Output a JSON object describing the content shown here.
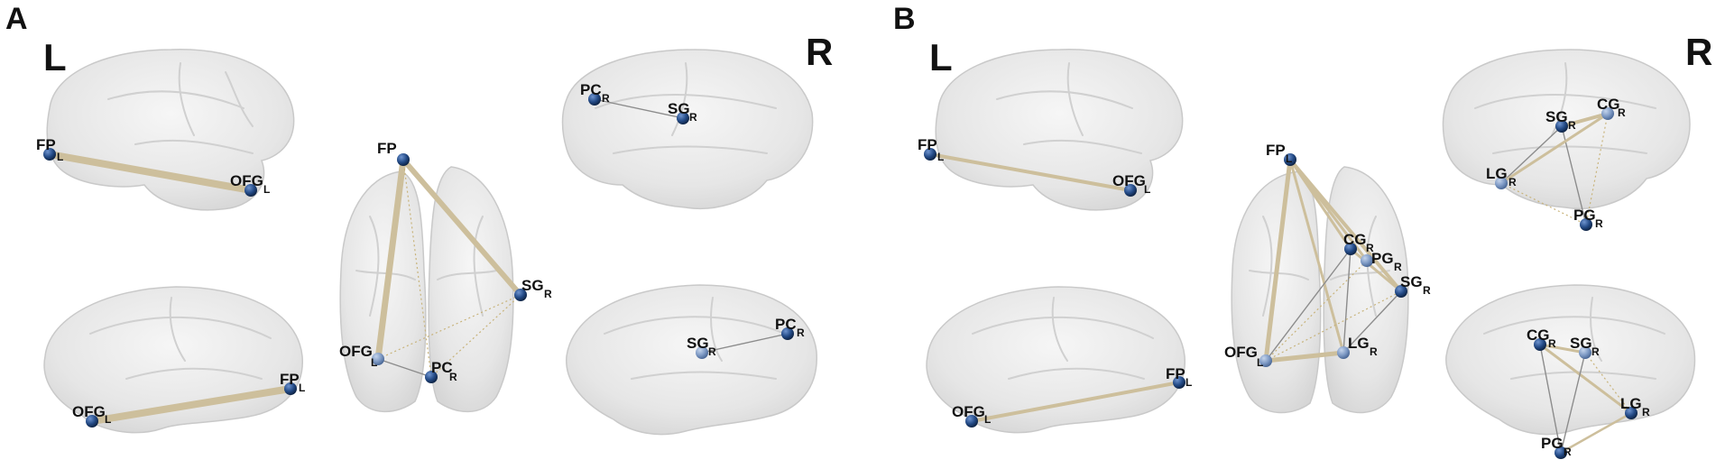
{
  "panels": {
    "a": {
      "letter": "A",
      "left_label": "L",
      "right_label": "R",
      "views": {
        "left_lateral": {
          "nodes": [
            {
              "name": "FP",
              "hemi": "L"
            },
            {
              "name": "OFG",
              "hemi": "L"
            }
          ]
        },
        "left_medial": {
          "nodes": [
            {
              "name": "FP",
              "hemi": "L"
            },
            {
              "name": "OFG",
              "hemi": "L"
            }
          ]
        },
        "dorsal": {
          "nodes": [
            {
              "name": "FP",
              "hemi": "L"
            },
            {
              "name": "SG",
              "hemi": "R"
            },
            {
              "name": "OFG",
              "hemi": "L"
            },
            {
              "name": "PC",
              "hemi": "R"
            }
          ]
        },
        "right_lateral": {
          "nodes": [
            {
              "name": "PC",
              "hemi": "R"
            },
            {
              "name": "SG",
              "hemi": "R"
            }
          ]
        },
        "right_medial": {
          "nodes": [
            {
              "name": "SG",
              "hemi": "R"
            },
            {
              "name": "PC",
              "hemi": "R"
            }
          ]
        }
      }
    },
    "b": {
      "letter": "B",
      "left_label": "L",
      "right_label": "R",
      "views": {
        "left_lateral": {
          "nodes": [
            {
              "name": "FP",
              "hemi": "L"
            },
            {
              "name": "OFG",
              "hemi": "L"
            }
          ]
        },
        "left_medial": {
          "nodes": [
            {
              "name": "FP",
              "hemi": "L"
            },
            {
              "name": "OFG",
              "hemi": "L"
            }
          ]
        },
        "dorsal": {
          "nodes": [
            {
              "name": "FP",
              "hemi": "L"
            },
            {
              "name": "CG",
              "hemi": "R"
            },
            {
              "name": "PG",
              "hemi": "R"
            },
            {
              "name": "SG",
              "hemi": "R"
            },
            {
              "name": "LG",
              "hemi": "R"
            },
            {
              "name": "OFG",
              "hemi": "L"
            }
          ]
        },
        "right_lateral": {
          "nodes": [
            {
              "name": "SG",
              "hemi": "R"
            },
            {
              "name": "CG",
              "hemi": "R"
            },
            {
              "name": "LG",
              "hemi": "R"
            },
            {
              "name": "PG",
              "hemi": "R"
            }
          ]
        },
        "right_medial": {
          "nodes": [
            {
              "name": "CG",
              "hemi": "R"
            },
            {
              "name": "SG",
              "hemi": "R"
            },
            {
              "name": "LG",
              "hemi": "R"
            },
            {
              "name": "PG",
              "hemi": "R"
            }
          ]
        }
      }
    }
  },
  "colors": {
    "node": "#1e3f73",
    "node_highlight": "#5d86c2",
    "edge_strong": "#cdbf9c",
    "edge_weak": "#8c8c8c",
    "brain_fill": "#ececec"
  }
}
